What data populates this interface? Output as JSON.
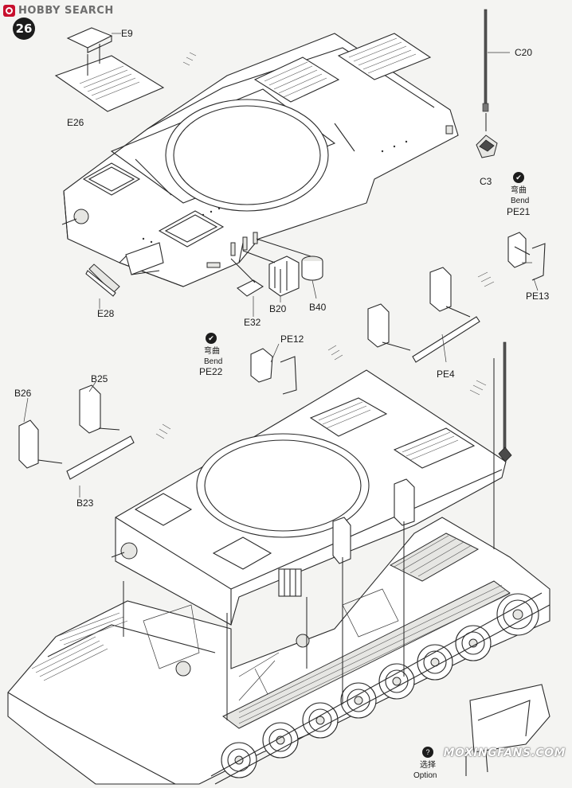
{
  "header": {
    "brand": "HOBBY SEARCH",
    "step_number": "26"
  },
  "labels": {
    "E9": "E9",
    "E26": "E26",
    "C20": "C20",
    "C3": "C3",
    "E28": "E28",
    "E32": "E32",
    "B20": "B20",
    "B40": "B40",
    "PE21": "PE21",
    "PE13": "PE13",
    "PE12": "PE12",
    "PE22": "PE22",
    "PE4": "PE4",
    "B25": "B25",
    "B26": "B26",
    "B23": "B23"
  },
  "bend_notes": {
    "right": {
      "cn": "弯曲",
      "en": "Bend"
    },
    "left": {
      "cn": "弯曲",
      "en": "Bend"
    }
  },
  "option_note": {
    "cn": "选择",
    "en": "Option"
  },
  "watermark": "MOXINGFANS.COM",
  "icons": {
    "bend": "bend-check-icon",
    "option": "question-icon"
  }
}
